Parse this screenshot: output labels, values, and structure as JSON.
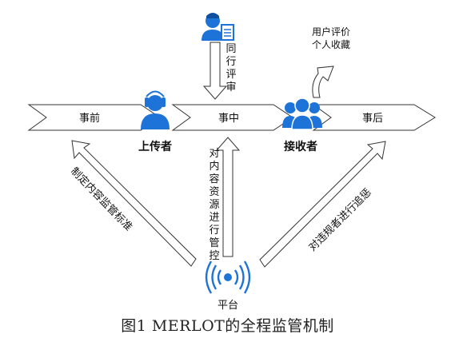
{
  "stages": {
    "before": "事前",
    "during": "事中",
    "after": "事后"
  },
  "roles": {
    "uploader": "上传者",
    "receiver": "接收者",
    "platform": "平台"
  },
  "peer_review": [
    "同",
    "行",
    "评",
    "审"
  ],
  "internal_control": [
    "对",
    "内",
    "容",
    "资",
    "源",
    "进",
    "行",
    "管",
    "控"
  ],
  "user_feedback": {
    "line1": "用户评价",
    "line2": "个人收藏"
  },
  "left_arrow_label": "制定内容监管标准",
  "right_arrow_label": "对违规者进行追惩",
  "caption": "图1  MERLOT的全程监管机制",
  "colors": {
    "icon_blue": "#1e73d8",
    "arrow_stroke": "#333333"
  }
}
